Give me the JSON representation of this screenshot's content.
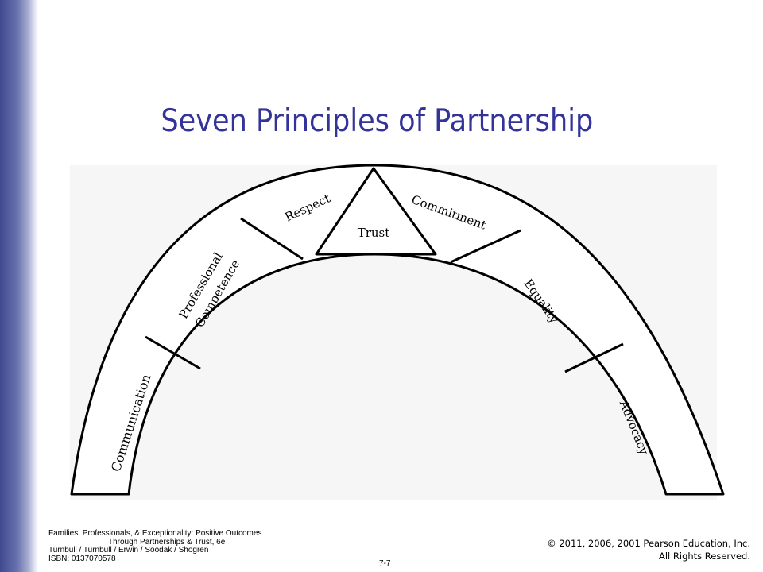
{
  "slide": {
    "title": "Seven Principles of Partnership",
    "accent_color": "#333399"
  },
  "diagram": {
    "segments": {
      "communication": "Communication",
      "competence_line1": "Professional",
      "competence_line2": "Competence",
      "respect": "Respect",
      "trust": "Trust",
      "commitment": "Commitment",
      "equality": "Equality",
      "advocacy": "Advocacy"
    }
  },
  "footer": {
    "book_line1": "Families, Professionals, & Exceptionality: Positive Outcomes",
    "book_line2": "Through Partnerships & Trust, 6e",
    "book_line3": "Turnbull / Turnbull / Erwin / Soodak / Shogren",
    "book_line4": "ISBN: 0137070578",
    "page_number": "7-7",
    "copyright_line1": "© 2011, 2006, 2001 Pearson Education, Inc.",
    "copyright_line2": "All Rights Reserved."
  }
}
